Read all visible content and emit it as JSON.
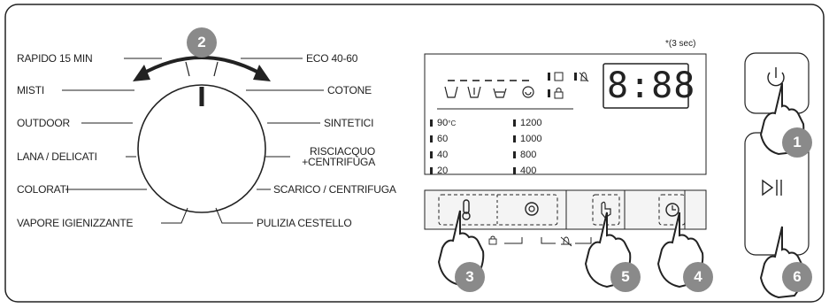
{
  "dial_programs_left": [
    "RAPIDO 15 MIN",
    "MISTI",
    "OUTDOOR",
    "LANA / DELICATI",
    "COLORATI",
    "VAPORE IGIENIZZANTE"
  ],
  "dial_programs_right": [
    "ECO 40-60",
    "COTONE",
    "SINTETICI",
    "RISCIACQUO",
    "+CENTRIFUGA",
    "SCARICO / CENTRIFUGA",
    "PULIZIA CESTELLO"
  ],
  "temperatures": [
    "90",
    "60",
    "40",
    "20"
  ],
  "temp_unit": "°C",
  "spin_speeds": [
    "1200",
    "1000",
    "800",
    "400"
  ],
  "time_display": "8:88",
  "hold_note": "*(3 sec)",
  "steps": [
    "1",
    "2",
    "3",
    "4",
    "5",
    "6"
  ],
  "colors": {
    "stroke": "#222222",
    "badge": "#8a8a8a",
    "button_bg": "#f4f4f4"
  }
}
